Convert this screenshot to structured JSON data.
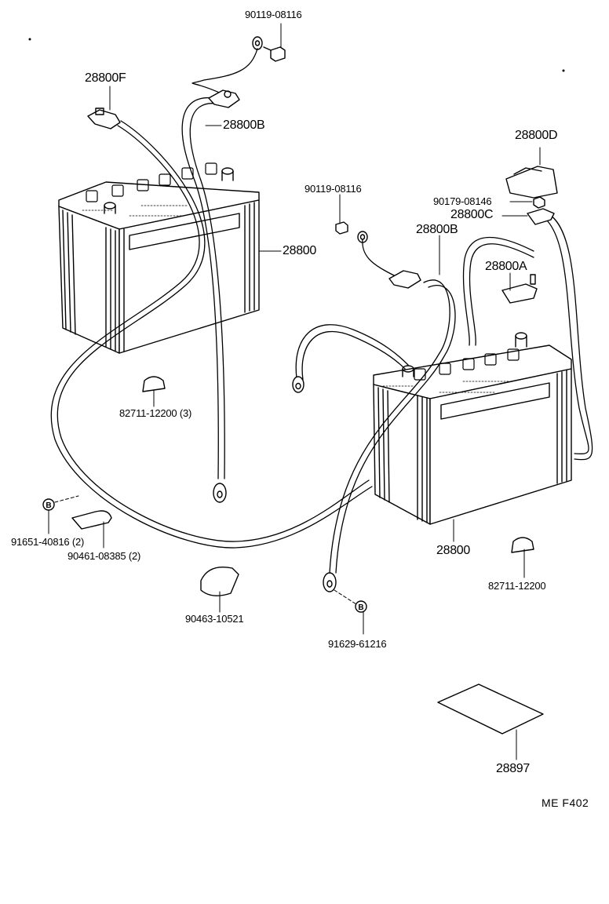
{
  "diagram": {
    "colors": {
      "ink": "#000000",
      "paper": "#ffffff"
    },
    "labels": {
      "bolt_top": "90119-08116",
      "term_f": "28800F",
      "cable_b_left": "28800B",
      "battery_left": "28800",
      "cover_d": "28800D",
      "bolt_mid": "90119-08116",
      "nut": "90179-08146",
      "term_c": "28800C",
      "cable_b_right": "28800B",
      "term_a": "28800A",
      "clamp_left": "82711-12200 (3)",
      "bolt_b_left": "91651-40816 (2)",
      "clip_left": "90461-08385 (2)",
      "battery_right": "28800",
      "clamp_right": "82711-12200",
      "clip_bottom": "90463-10521",
      "bolt_b_bottom": "91629-61216",
      "label_plate": "28897",
      "figure_code": "ME  F402"
    },
    "callout_letters": [
      "B",
      "B"
    ]
  }
}
